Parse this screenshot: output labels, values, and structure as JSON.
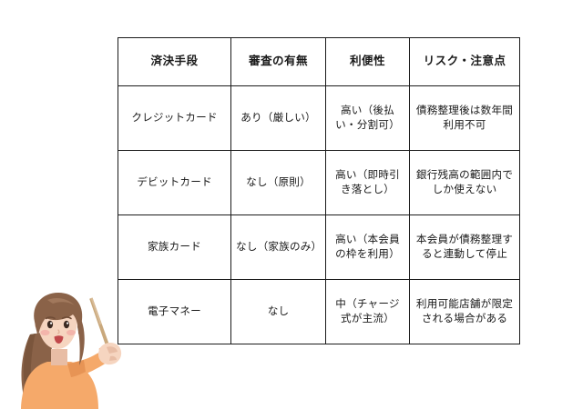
{
  "page": {
    "background_color": "#ffffff",
    "type": "comparison-table-slide"
  },
  "table": {
    "name": "payment-methods-comparison-table",
    "border_color": "#1a1a1a",
    "headers": [
      "済決手段",
      "審査の有無",
      "利便性",
      "リスク・注意点"
    ],
    "rows": [
      {
        "method": "クレジットカード",
        "screening": "あり（厳しい）",
        "convenience": "高い（後払い・分割可）",
        "risk": "債務整理後は数年間利用不可"
      },
      {
        "method": "デビットカード",
        "screening": "なし（原則）",
        "convenience": "高い（即時引き落とし）",
        "risk": "銀行残高の範囲内でしか使えない"
      },
      {
        "method": "家族カード",
        "screening": "なし（家族のみ）",
        "convenience": "高い（本会員の枠を利用）",
        "risk": "本会員が債務整理すると連動して停止"
      },
      {
        "method": "電子マネー",
        "screening": "なし",
        "convenience": "中（チャージ式が主流）",
        "risk": "利用可能店舗が限定される場合がある"
      }
    ]
  },
  "illustration": {
    "name": "woman-with-pointer-stick",
    "description": "女性のイラスト（指し棒を持つ）",
    "colors": {
      "hair": "#8a6248",
      "hair_shade": "#6f4c36",
      "skin": "#f6d5c0",
      "skin_shade": "#e8bda5",
      "sweater": "#f5a96a",
      "sweater_shade": "#e79455",
      "cheek": "#f2a9a4",
      "mouth": "#c1484b",
      "pointer": "#c9a87c"
    }
  }
}
